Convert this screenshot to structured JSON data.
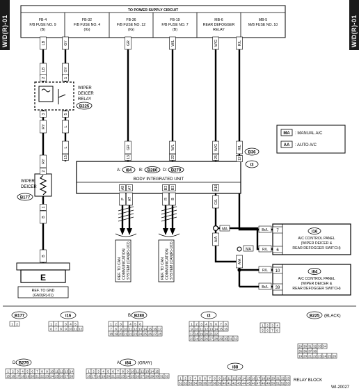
{
  "side_tab": "W/D(R)-01",
  "power_header": {
    "title": "TO POWER SUPPLY CIRCUIT",
    "fuses": [
      {
        "line1": "FB-4",
        "line2": "F/B FUSE NO. 9",
        "line3": "(B)"
      },
      {
        "line1": "FB-32",
        "line2": "F/B FUSE NO. 4",
        "line3": "(IG)"
      },
      {
        "line1": "FB-36",
        "line2": "F/B FUSE NO. 12",
        "line3": "(IG)"
      },
      {
        "line1": "FB-19",
        "line2": "F/B FUSE NO. 7",
        "line3": "(B)"
      },
      {
        "line1": "MB-6",
        "line2": "REAR DEFOGGER",
        "line3": "RELAY"
      },
      {
        "line1": "MB-5",
        "line2": "M/B FUSE NO. 10",
        "line3": ""
      }
    ]
  },
  "wire_colors": {
    "w1_top": "LB",
    "w1_relay_in": "LB",
    "w1_relay_out": "RY",
    "w1_lower": "RY",
    "w2_top": "GY",
    "w2_relay_in": "GY",
    "w2_relay_out": "L",
    "w2_lower": "L",
    "w3": "GR",
    "w4": "W/L",
    "w5": "W/G",
    "w6": "R/L",
    "deicer_out": "B",
    "gnd": "B",
    "biu_a9": "P",
    "biu_a7": "AT",
    "biu_b2": "R",
    "biu_b3": "B",
    "biu_a16": "G/L",
    "a14": "A/A",
    "a14_lower": "A/A"
  },
  "pin_labels": {
    "relay_top1": "2",
    "relay_top2": "1",
    "relay_bot1": "3",
    "relay_bot2": "5",
    "deicer_top": "2",
    "deicer_bot": "1",
    "biu_15": "15",
    "biu_13": "13",
    "biu_22": "22",
    "biu_25": "25",
    "biu_14": "14",
    "biu_a9": "A9",
    "biu_a7": "A7",
    "biu_b2": "B2",
    "biu_b3": "B3",
    "biu_a16": "A16",
    "i3_12": "12"
  },
  "relay": {
    "title1": "WIPER",
    "title2": "DEICER",
    "title3": "RELAY",
    "code": "B225"
  },
  "deicer": {
    "title1": "WIPER",
    "title2": "DEICER",
    "code": "B177"
  },
  "ground": {
    "letter": "E",
    "ref1": "REF. TO GND",
    "ref2": "(GND(R)-01)"
  },
  "biu": {
    "title": "BODY INTEGRATED UNIT",
    "conn_a_label": "A:",
    "conn_a": "i84",
    "conn_b_label": "B:",
    "conn_b": "B280",
    "conn_d_label": "D:",
    "conn_d": "B279"
  },
  "can_refs": {
    "left1": "REF. TO CAN",
    "left2": "COMMUNICATION",
    "left3": "SYSTEM (CAN(R)-102)",
    "right1": "REF. TO CAN",
    "right2": "COMMUNICATION",
    "right3": "SYSTEM (CAN(R)-103)"
  },
  "b36": {
    "code": "B36",
    "conn": "i3"
  },
  "legend": {
    "ma_box": "MA",
    "ma_text": ": MANUAL A/C",
    "aa_box": "AA",
    "aa_text": ": AUTO A/C"
  },
  "ac_panel_1": {
    "code": "i16",
    "line1": "A/C CONTROL PANEL",
    "line2": "(WIPER DEICER &",
    "line3": "REAR DEFOGGER SWITCH)",
    "wire_a": "Br/L",
    "pin_a": "7",
    "wire_b": "R/L",
    "pin_b": "6",
    "tag": "MA"
  },
  "ac_panel_2": {
    "code": "i84",
    "line1": "A/C CONTROL PANEL",
    "line2": "(WIPER DEICER &",
    "line3": "REAR DEFOGGER SWITCH)",
    "wire_a": "R/L",
    "pin_a": "10",
    "wire_b": "Br/L",
    "pin_b": "39",
    "tag": "MA"
  },
  "connectors": {
    "b177_title": "B177",
    "b177_rows": [
      [
        "1",
        "2"
      ]
    ],
    "i16_title": "i16",
    "i16_rows": [
      [
        "1",
        "2",
        "",
        "3",
        "4",
        "5"
      ],
      [
        "6",
        "7",
        "8",
        "9",
        "10",
        "11",
        "12"
      ]
    ],
    "b280_prefix": "B:",
    "b280_title": "B280",
    "b280_rows": [
      [
        "1",
        "2",
        "3",
        "",
        "4",
        "5",
        "6"
      ],
      [
        "7",
        "8",
        "9",
        "10",
        "11",
        "12",
        "13",
        "14",
        "15",
        "16",
        "17"
      ],
      [
        "18",
        "19",
        "20",
        "21",
        "22",
        "23",
        "24",
        "25",
        "26",
        "27",
        "28"
      ]
    ],
    "i3_title": "i3",
    "i3_rows": [
      [
        "1",
        "2",
        "3",
        "4",
        "5",
        "6",
        "7",
        "8"
      ],
      [
        "9",
        "10",
        "11",
        "12",
        "13",
        "14",
        "15",
        "16"
      ],
      [
        "17",
        "18",
        "19",
        "20",
        "21",
        "22"
      ],
      [
        "23",
        "24",
        "25",
        "26",
        "27",
        "28",
        "29",
        "30",
        "31",
        "32"
      ]
    ],
    "b225_title": "B225",
    "b225_note": "(BLACK)",
    "b225_rows": [
      [
        "1",
        "2",
        "3",
        "4"
      ],
      [
        "5",
        "6",
        "7",
        "8"
      ]
    ],
    "b279_prefix": "D:",
    "b279_title": "B279",
    "b279_rows": [
      [
        "1",
        "2",
        "3",
        "4",
        "5",
        "6",
        "7",
        "8",
        "9",
        "10",
        "11",
        "12",
        "13",
        "14"
      ],
      [
        "15",
        "16",
        "17",
        "18",
        "19",
        "20",
        "21",
        "22",
        "23",
        "24",
        "25",
        "26",
        "27",
        "28"
      ]
    ],
    "i84_prefix": "A:",
    "i84_title": "i84",
    "i84_note": "(GRAY)",
    "i84_rows": [
      [
        "1",
        "2",
        "3",
        "4",
        "5",
        "6",
        "7",
        "8",
        "9",
        "10",
        "11",
        "12",
        "13",
        "14",
        "15"
      ],
      [
        "16",
        "17",
        "18",
        "19",
        "20",
        "21",
        "22",
        "23",
        "24",
        "25",
        "26",
        "27",
        "28",
        "29",
        "30",
        "31",
        "32"
      ]
    ],
    "i88_title": "i88",
    "i88_rows": [
      [
        "1",
        "2",
        "3",
        "4",
        "5",
        "6",
        "7",
        "8",
        "9",
        "10",
        "11",
        "12",
        "13",
        "14",
        "15",
        "16",
        "17",
        "18",
        "19",
        "20",
        "21",
        "22",
        "23",
        "24",
        "25",
        "26",
        "27",
        "28",
        "29",
        "30"
      ],
      [
        "31",
        "32",
        "33",
        "34",
        "35",
        "36",
        "37",
        "38",
        "39",
        "40",
        "41",
        "42",
        "43",
        "44",
        "45",
        "46",
        "47",
        "48",
        "49",
        "50",
        "51",
        "52",
        "53",
        "54",
        "55",
        "56",
        "57",
        "58",
        "59",
        "60"
      ]
    ],
    "relay_block_rows": [
      [
        "29",
        "30",
        "31",
        "32",
        "33",
        "34"
      ],
      [
        "35",
        "36",
        "37",
        "38"
      ],
      [
        "19",
        "20",
        "21",
        "22",
        "23",
        "24",
        "25",
        "26",
        "27",
        "28"
      ]
    ],
    "relay_block_label": "RELAY BLOCK"
  },
  "footer_code": "WI-20027"
}
